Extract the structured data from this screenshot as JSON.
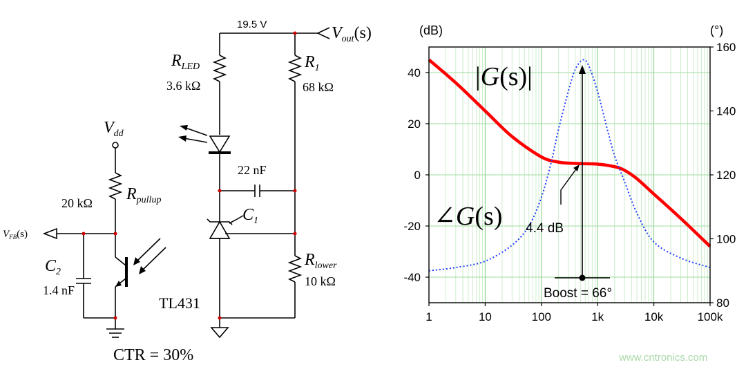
{
  "circuit": {
    "vout_voltage": "19.5 V",
    "vout_symbol": "V",
    "vout_sub": "out",
    "vout_arg": "(s)",
    "rled_symbol": "R",
    "rled_sub": "LED",
    "rled_value": "3.6 kΩ",
    "r1_symbol": "R",
    "r1_sub": "1",
    "r1_value": "68 kΩ",
    "vdd_symbol": "V",
    "vdd_sub": "dd",
    "rpullup_value": "20 kΩ",
    "rpullup_symbol": "R",
    "rpullup_sub": "pullup",
    "c22_value": "22 nF",
    "c1_symbol": "C",
    "c1_sub": "1",
    "vfb_symbol": "V",
    "vfb_sub": "FB",
    "vfb_arg": "(s)",
    "c2_symbol": "C",
    "c2_sub": "2",
    "c2_value": "1.4 nF",
    "rlower_symbol": "R",
    "rlower_sub": "lower",
    "rlower_value": "10 kΩ",
    "tl431_label": "TL431",
    "ctr_label": "CTR = 30%"
  },
  "chart_data": {
    "type": "line",
    "left_unit": "(dB)",
    "right_unit": "(°)",
    "x_ticks": [
      "1",
      "10",
      "100",
      "1k",
      "10k",
      "100k"
    ],
    "x_range": [
      1,
      100000
    ],
    "x_scale": "log",
    "y_left_range": [
      -50,
      50
    ],
    "y_left_ticks": [
      "40",
      "20",
      "0",
      "-20",
      "-40"
    ],
    "y_left_tick_values": [
      40,
      20,
      0,
      -20,
      -40
    ],
    "y_right_range": [
      80,
      160
    ],
    "y_right_ticks": [
      "160",
      "140",
      "120",
      "100",
      "80"
    ],
    "y_right_tick_values": [
      160,
      140,
      120,
      100,
      80
    ],
    "grid": true,
    "series": [
      {
        "name": "|G(s)|",
        "axis": "left",
        "color": "#ff0000",
        "x": [
          1,
          3,
          10,
          30,
          100,
          200,
          300,
          500,
          1000,
          2000,
          3000,
          5000,
          10000,
          30000,
          100000
        ],
        "y": [
          45,
          36,
          25,
          15,
          7,
          5,
          4.6,
          4.4,
          4.2,
          3.2,
          1.8,
          -1.5,
          -7.5,
          -17,
          -28
        ]
      },
      {
        "name": "∠G(s)",
        "axis": "right",
        "color": "#1e3cff",
        "x": [
          1,
          3,
          10,
          30,
          60,
          100,
          150,
          200,
          300,
          400,
          550,
          700,
          1000,
          1500,
          2000,
          3000,
          5000,
          10000,
          30000,
          100000
        ],
        "y": [
          90,
          91,
          93,
          98,
          104,
          113,
          124,
          134,
          146,
          153,
          156,
          154,
          146,
          134,
          126,
          118,
          108,
          99,
          94,
          91
        ]
      }
    ],
    "annotations": {
      "mag_label_pre": "|",
      "mag_label_g": "G",
      "mag_label_arg": "(s)",
      "mag_label_post": "|",
      "phase_label_angle": "∠",
      "phase_label_g": "G",
      "phase_label_arg": "(s)",
      "gain_note": "4.4 dB",
      "boost_note": "Boost = 66°"
    }
  },
  "watermark": "www.cntronics.com"
}
